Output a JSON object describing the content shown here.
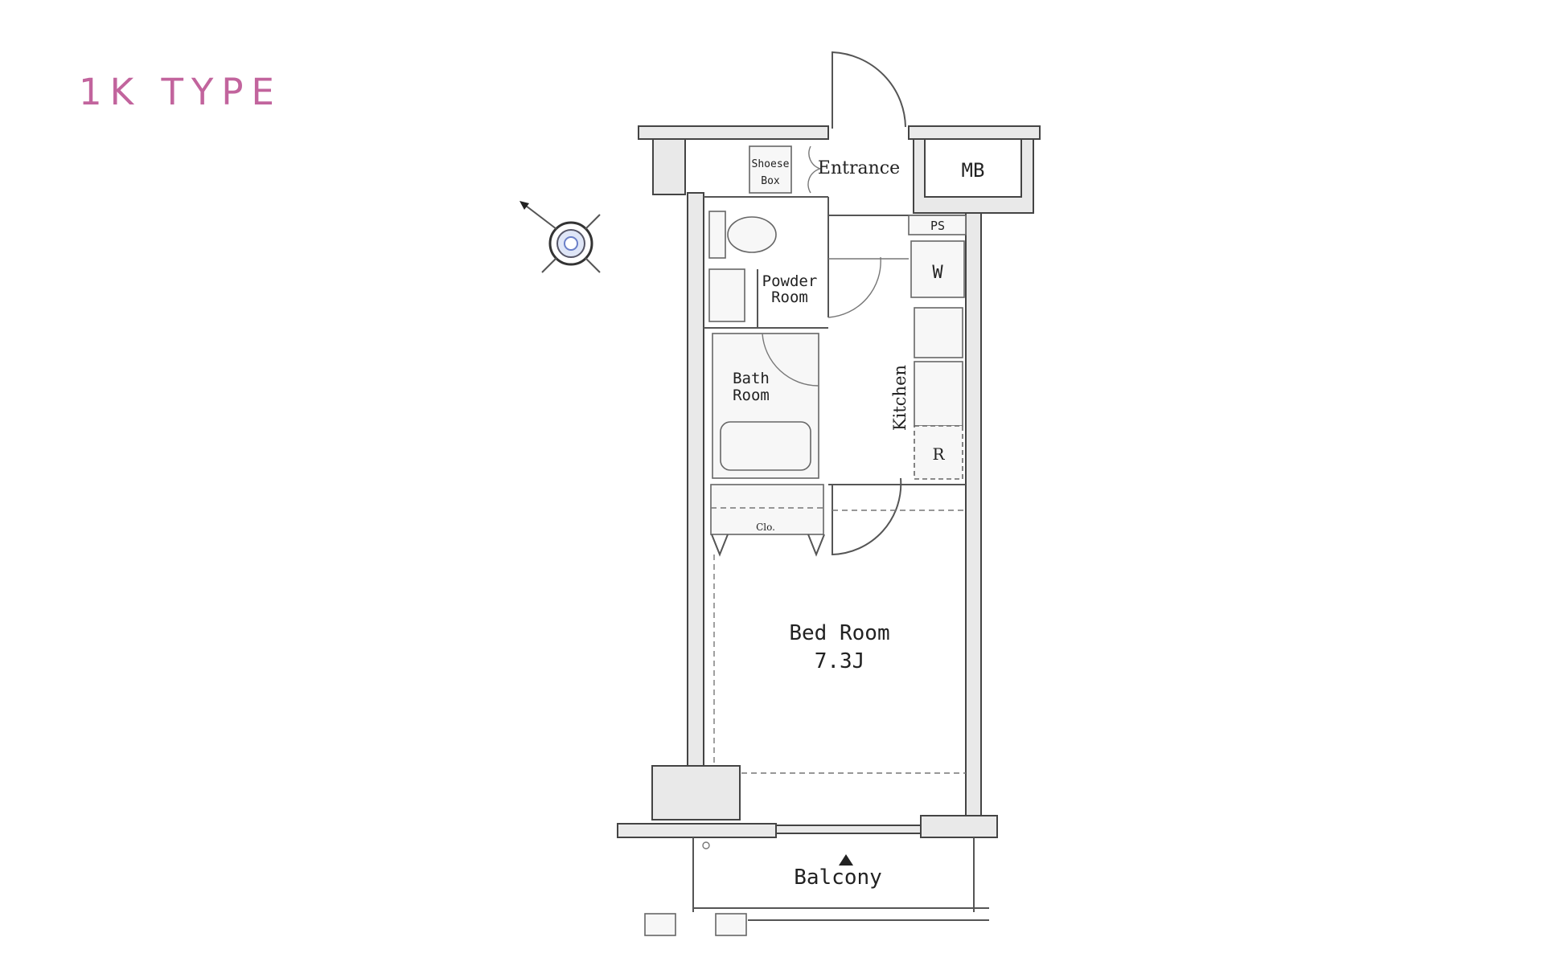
{
  "title": "1K TYPE",
  "rooms": {
    "shoes_box": [
      "Shoese",
      "Box"
    ],
    "entrance": "Entrance",
    "mb": "MB",
    "ps": "PS",
    "w": "W",
    "powder_room": [
      "Powder",
      "Room"
    ],
    "bath_room": [
      "Bath",
      "Room"
    ],
    "kitchen": "Kitchen",
    "refrigerator": "R",
    "closet": "Clo.",
    "bed_room": [
      "Bed Room",
      "7.3J"
    ],
    "balcony": "Balcony"
  },
  "colors": {
    "title": "#c2649d",
    "wall": "#e9e9e9",
    "line": "#444444"
  }
}
